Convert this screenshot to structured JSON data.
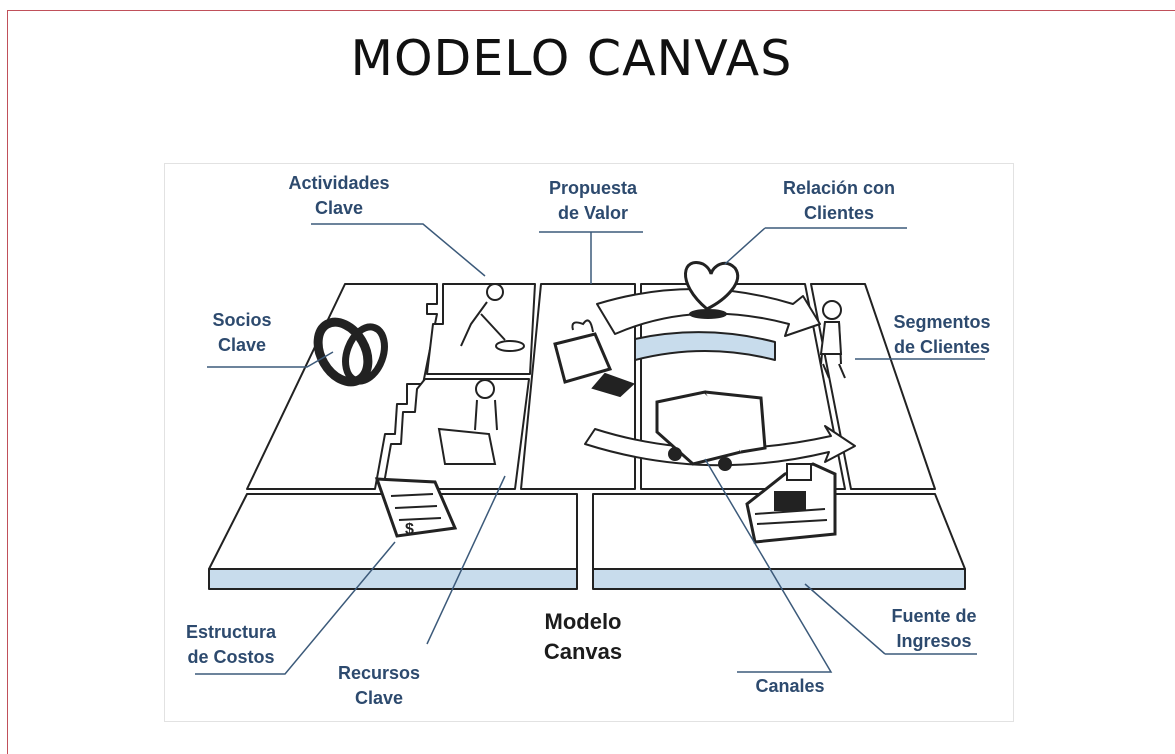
{
  "title": "MODELO CANVAS",
  "diagram": {
    "center_label": [
      "Modelo",
      "Canvas"
    ],
    "blocks": [
      {
        "id": "actividades-clave",
        "lines": [
          "Actividades",
          "Clave"
        ],
        "icon": "worker-digging-icon"
      },
      {
        "id": "propuesta-de-valor",
        "lines": [
          "Propuesta",
          "de Valor"
        ],
        "icon": "gift-box-icon"
      },
      {
        "id": "relacion-con-clientes",
        "lines": [
          "Relación con",
          "Clientes"
        ],
        "icon": "heart-icon"
      },
      {
        "id": "socios-clave",
        "lines": [
          "Socios",
          "Clave"
        ],
        "icon": "chain-links-icon"
      },
      {
        "id": "segmentos-de-clientes",
        "lines": [
          "Segmentos",
          "de Clientes"
        ],
        "icon": "person-icon"
      },
      {
        "id": "estructura-de-costos",
        "lines": [
          "Estructura",
          "de Costos"
        ],
        "icon": "invoice-icon"
      },
      {
        "id": "recursos-clave",
        "lines": [
          "Recursos",
          "Clave"
        ],
        "icon": "worker-box-icon"
      },
      {
        "id": "canales",
        "lines": [
          "Canales"
        ],
        "icon": "truck-icon"
      },
      {
        "id": "fuente-de-ingresos",
        "lines": [
          "Fuente de",
          "Ingresos"
        ],
        "icon": "cash-register-icon"
      }
    ]
  },
  "colors": {
    "label": "#2d4a6e",
    "board_edge": "#c8dcec",
    "frame": "#c0505a"
  }
}
